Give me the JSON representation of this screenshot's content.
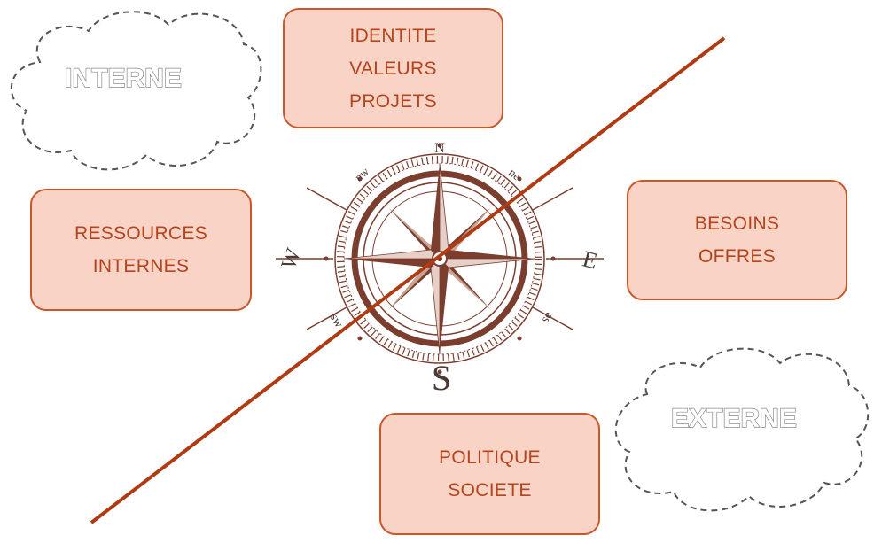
{
  "clouds": {
    "internal": "INTERNE",
    "external": "EXTERNE"
  },
  "boxes": {
    "top": [
      "IDENTITE",
      "VALEURS",
      "PROJETS"
    ],
    "left": [
      "RESSOURCES",
      "INTERNES"
    ],
    "right": [
      "BESOINS",
      "OFFRES"
    ],
    "bottom": [
      "POLITIQUE",
      "SOCIETE"
    ]
  },
  "compass": {
    "n": "N",
    "s": "S",
    "e": "E",
    "w": "W",
    "ne": "ne",
    "nw": "nw",
    "se": "se",
    "sw": "sw"
  },
  "colors": {
    "box_fill": "#f9d3c6",
    "box_border": "#c8582b",
    "box_text": "#b4441c",
    "divider": "#b03a12",
    "compass": "#7a3d2e",
    "cloud_outline": "#555555"
  }
}
